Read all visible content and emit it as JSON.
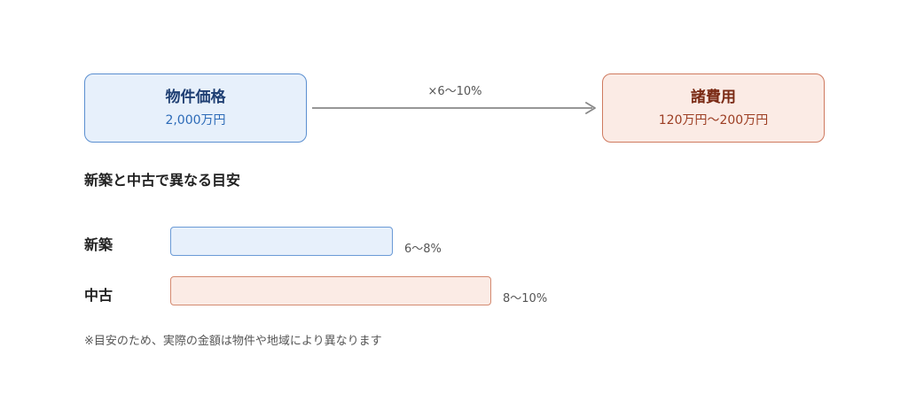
{
  "price_box": {
    "title": "物件価格",
    "value": "2,000万円"
  },
  "fees_box": {
    "title": "諸費用",
    "value": "120万円〜200万円"
  },
  "arrow": {
    "label": "×6〜10%"
  },
  "comparison": {
    "heading": "新築と中古で異なる目安",
    "rows": [
      {
        "label": "新築",
        "value_text": "6〜8%",
        "range_percent": [
          6,
          8
        ]
      },
      {
        "label": "中古",
        "value_text": "8〜10%",
        "range_percent": [
          8,
          10
        ]
      }
    ]
  },
  "note": "※目安のため、実際の金額は物件や地域により異なります",
  "colors": {
    "new_fill": "#e7f0fb",
    "new_border": "#5b8fd0",
    "used_fill": "#fbebe5",
    "used_border": "#cf7a5f",
    "arrow": "#888888"
  }
}
